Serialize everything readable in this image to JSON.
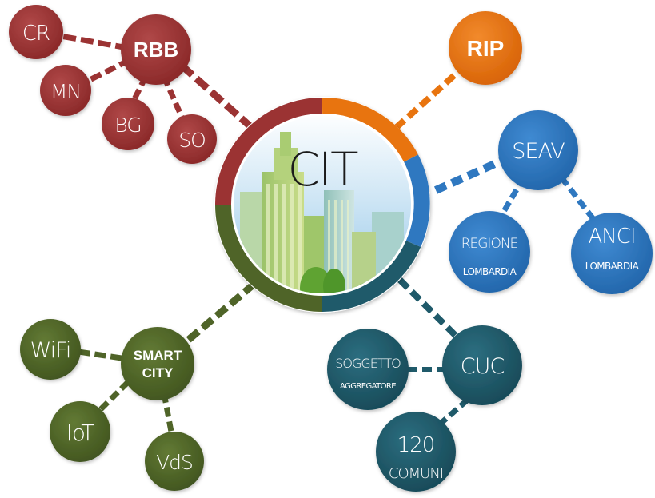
{
  "center": {
    "label": "CIT"
  },
  "nodes": {
    "rbb": {
      "label": "RBB",
      "color": "#9b3333"
    },
    "cr": {
      "label": "CR"
    },
    "mn": {
      "label": "MN"
    },
    "bg": {
      "label": "BG"
    },
    "so": {
      "label": "SO"
    },
    "rip": {
      "label": "RIP",
      "color": "#e8740f"
    },
    "seav": {
      "label": "SEAV",
      "color": "#2f78c0"
    },
    "regione": {
      "line1": "REGIONE",
      "line2": "LOMBARDIA"
    },
    "anci": {
      "line1": "ANCI",
      "line2": "LOMBARDIA"
    },
    "cuc": {
      "label": "CUC",
      "color": "#1f5a6a"
    },
    "soggetto": {
      "line1": "SOGGETTO",
      "line2": "AGGREGATORE"
    },
    "comuni": {
      "line1": "120",
      "line2": "COMUNI"
    },
    "smart": {
      "line1": "SMART",
      "line2": "CITY",
      "color": "#4f6428"
    },
    "wifi": {
      "label": "WiFi"
    },
    "iot": {
      "label": "IoT"
    },
    "vds": {
      "label": "VdS"
    }
  }
}
